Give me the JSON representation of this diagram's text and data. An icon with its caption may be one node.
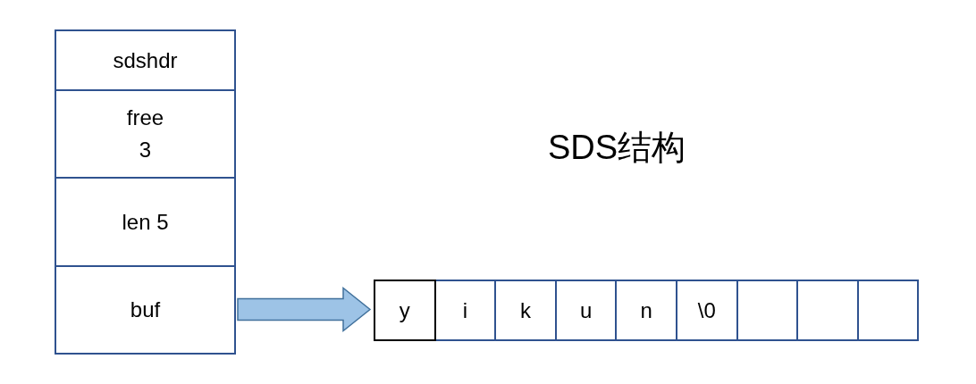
{
  "diagram": {
    "title": "SDS结构",
    "nodes": [
      {
        "text": [
          "sdshdr"
        ]
      },
      {
        "text": [
          "free 3"
        ]
      },
      {
        "text": [
          "len 5"
        ]
      },
      {
        "text": [
          "buf"
        ]
      },
      {
        "text": [
          "y"
        ]
      },
      {
        "text": [
          "i"
        ]
      },
      {
        "text": [
          "k"
        ]
      },
      {
        "text": [
          "u"
        ]
      },
      {
        "text": [
          "n"
        ]
      },
      {
        "text": [
          "\\0"
        ]
      },
      {
        "text": [],
        "shape": "box"
      },
      {
        "text": [],
        "shape": "box"
      },
      {
        "text": [],
        "shape": "box"
      }
    ],
    "edges": [
      {
        "from": 3,
        "to": 4,
        "arrow": "to",
        "style": "thick"
      }
    ]
  }
}
